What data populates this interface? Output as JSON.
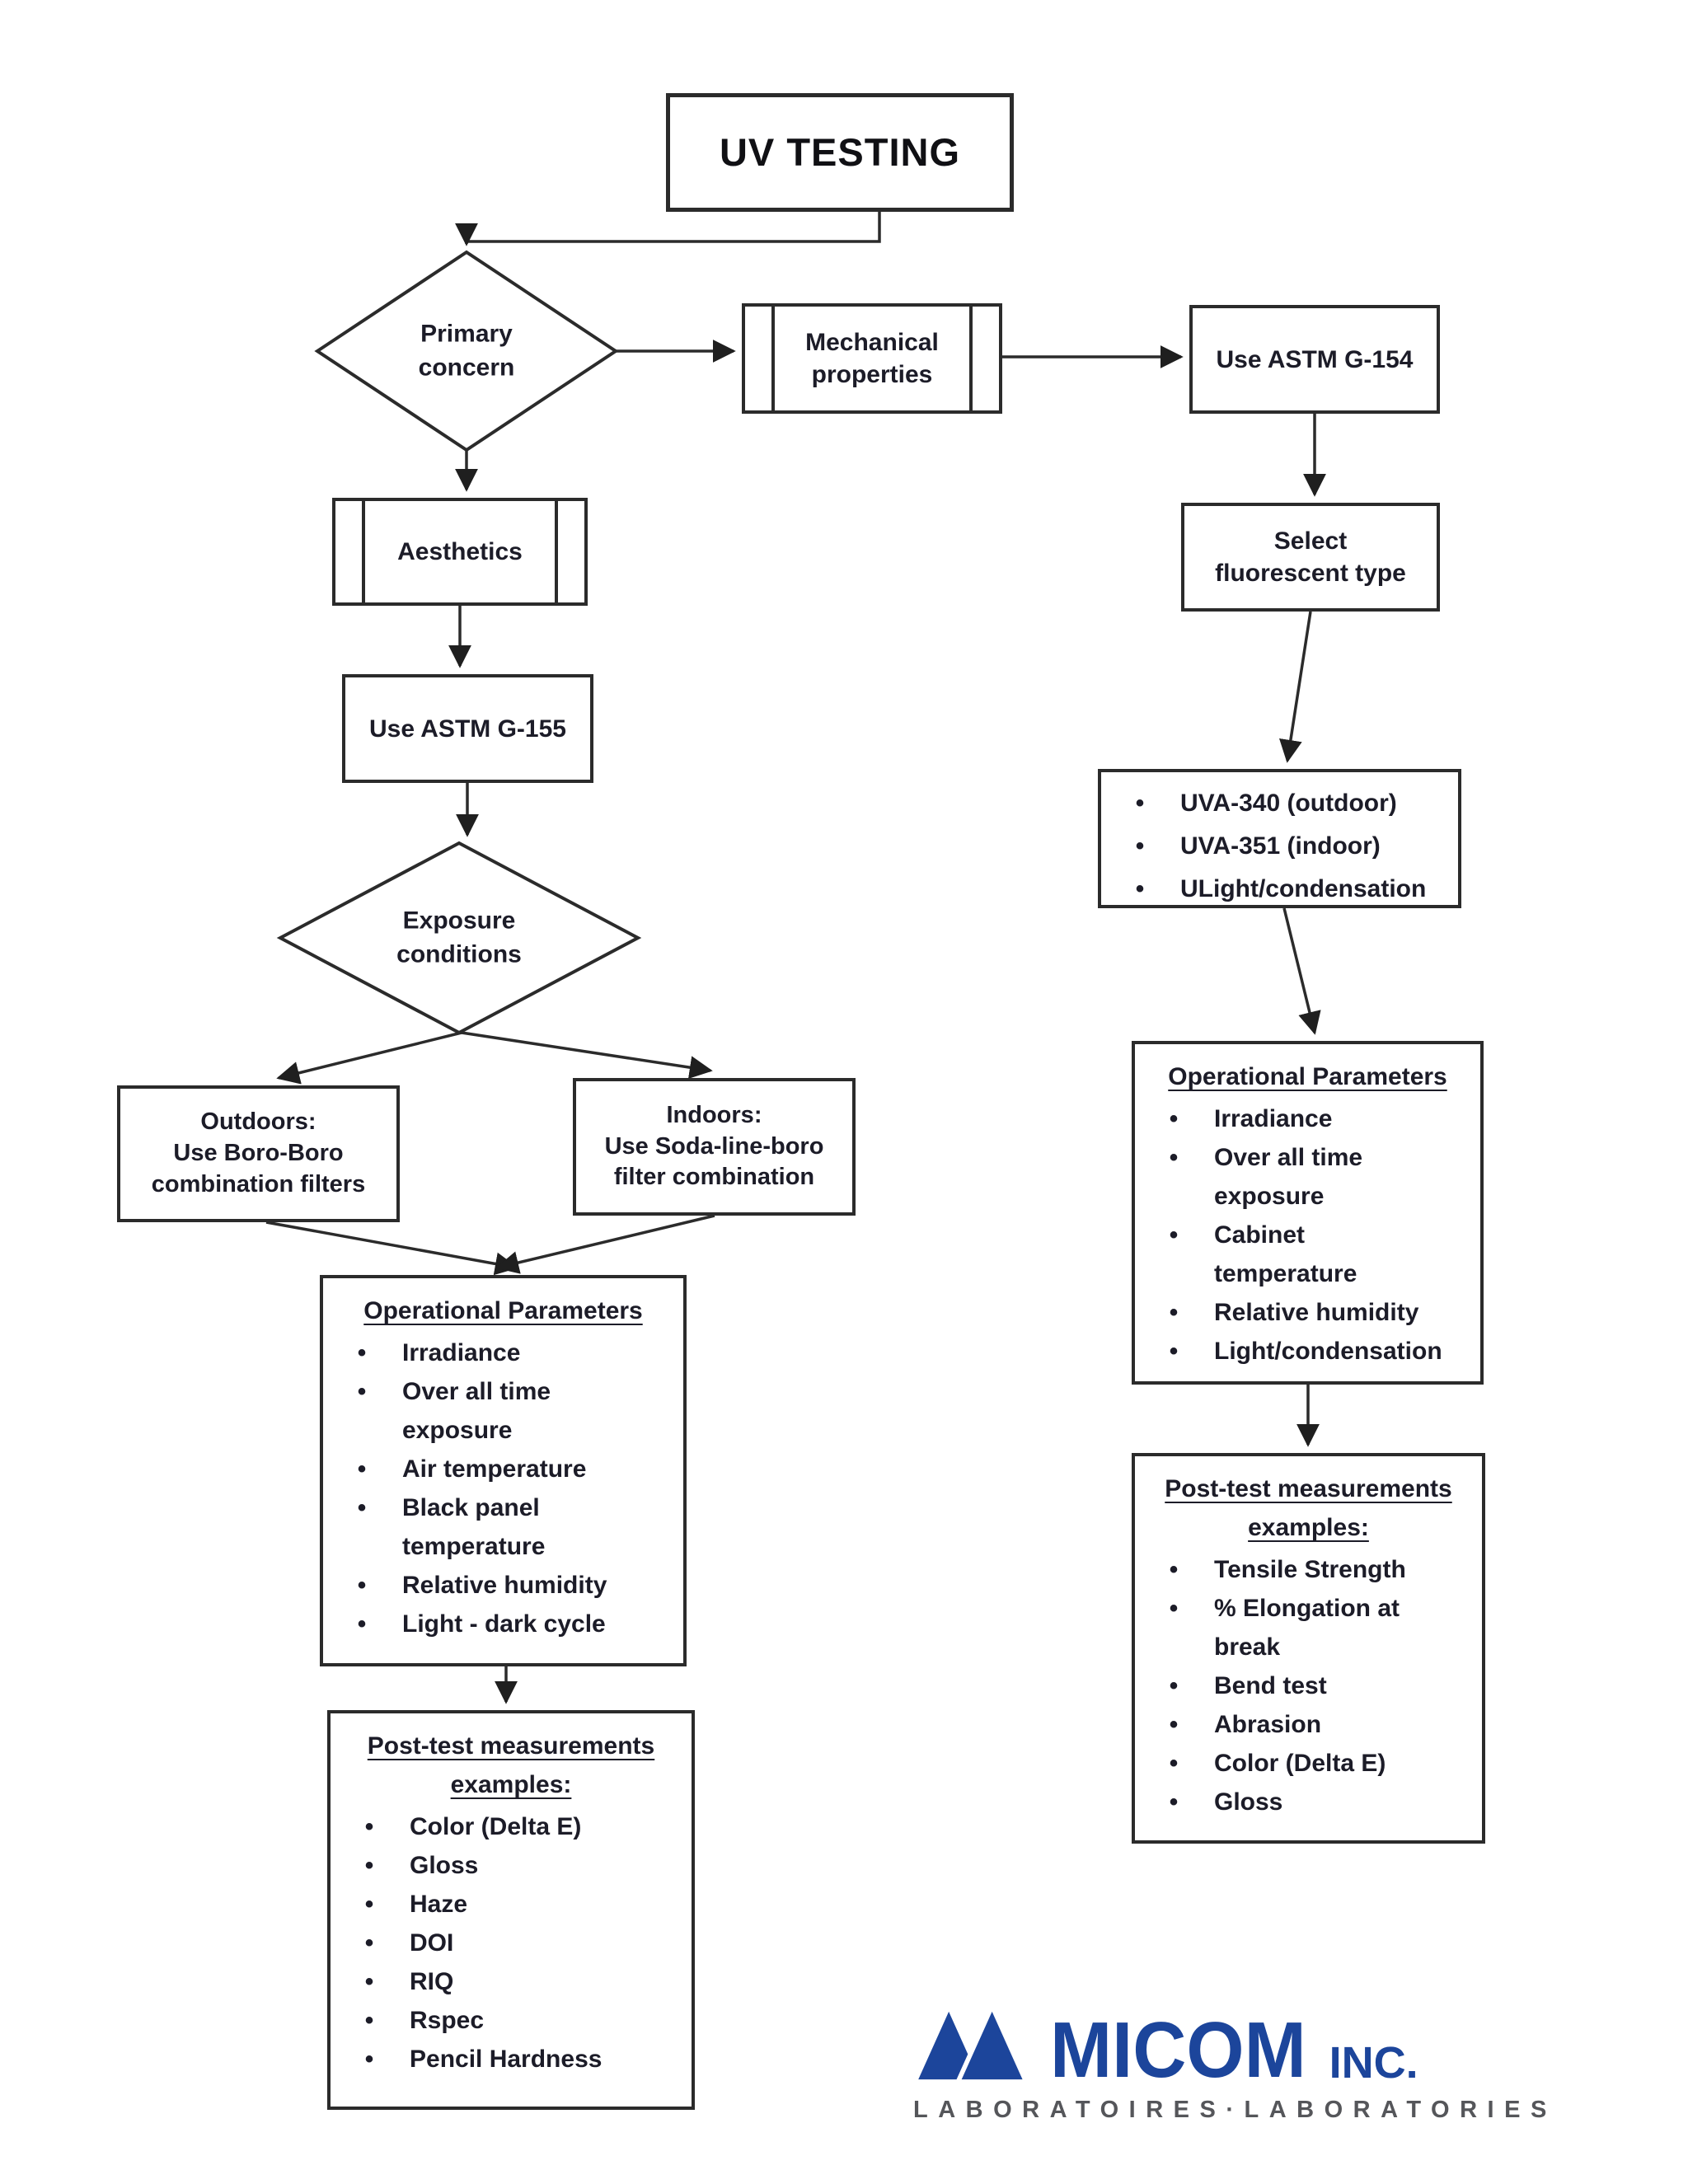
{
  "colors": {
    "brand_blue": "#1c459b",
    "subtitle_gray": "#55565a",
    "line_black": "#2b2b2b"
  },
  "title": "UV TESTING",
  "nodes": {
    "primary_concern": "Primary\nconcern",
    "mechanical_properties": "Mechanical\nproperties",
    "use_astm_g154": "Use ASTM G-154",
    "aesthetics": "Aesthetics",
    "use_astm_g155": "Use ASTM G-155",
    "select_fluorescent_type": "Select\nfluorescent type",
    "fluorescent_types": {
      "items": [
        "UVA-340 (outdoor)",
        "UVA-351 (indoor)",
        "ULight/condensation"
      ]
    },
    "exposure_conditions": "Exposure\nconditions",
    "outdoors": "Outdoors:\nUse Boro-Boro\ncombination filters",
    "indoors": "Indoors:\nUse Soda-line-boro\nfilter combination",
    "operational_parameters_left": {
      "heading": "Operational Parameters",
      "items": [
        "Irradiance",
        "Over all time\nexposure",
        "Air temperature",
        "Black panel\ntemperature",
        "Relative humidity",
        "Light - dark cycle"
      ]
    },
    "operational_parameters_right": {
      "heading": "Operational Parameters",
      "items": [
        "Irradiance",
        "Over all time\nexposure",
        "Cabinet\ntemperature",
        "Relative humidity",
        "Light/condensation"
      ]
    },
    "post_test_left": {
      "heading_line1": "Post-test measurements",
      "heading_line2": "examples:",
      "items": [
        "Color (Delta E)",
        "Gloss",
        "Haze",
        "DOI",
        "RIQ",
        "Rspec",
        "Pencil Hardness"
      ]
    },
    "post_test_right": {
      "heading_line1": "Post-test measurements",
      "heading_line2": "examples:",
      "items": [
        "Tensile Strength",
        "% Elongation at\nbreak",
        "Bend test",
        "Abrasion",
        "Color (Delta E)",
        "Gloss"
      ]
    }
  },
  "logo": {
    "brand": "MICOM",
    "suffix": "INC.",
    "subtitle": "LABORATOIRES·LABORATORIES"
  }
}
